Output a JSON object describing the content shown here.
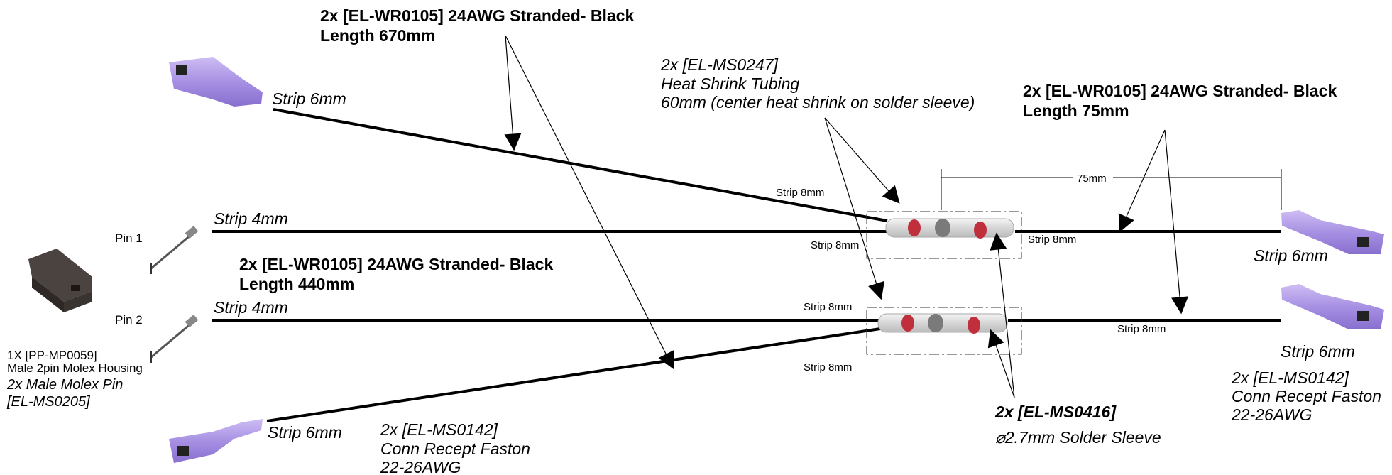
{
  "wires": {
    "top_long": {
      "part": "2x [EL-WR0105] 24AWG Stranded- Black",
      "length": "Length 670mm"
    },
    "bottom_long": {
      "part": "2x [EL-WR0105] 24AWG Stranded- Black",
      "length": "Length 440mm"
    },
    "right_short": {
      "part": "2x [EL-WR0105] 24AWG Stranded- Black",
      "length": "Length 75mm"
    }
  },
  "heat_shrink": {
    "part": "2x [EL-MS0247]",
    "name": "Heat Shrink Tubing",
    "spec": "60mm (center heat shrink on solder sleeve)"
  },
  "solder_sleeve": {
    "part": "2x [EL-MS0416]",
    "spec": "⌀2.7mm Solder Sleeve"
  },
  "housing": {
    "line1": "1X [PP-MP0059]",
    "line2": "Male 2pin Molex Housing",
    "line3": "2x Male Molex Pin",
    "line4": "[EL-MS0205]"
  },
  "faston_left": {
    "line1": "2x [EL-MS0142]",
    "line2": "Conn Recept Faston",
    "line3": "22-26AWG"
  },
  "faston_right": {
    "line1": "2x [EL-MS0142]",
    "line2": "Conn Recept Faston",
    "line3": "22-26AWG"
  },
  "pins": {
    "pin1": "Pin 1",
    "pin2": "Pin 2"
  },
  "strips": {
    "top_left_faston": "Strip 6mm",
    "pin1": "Strip 4mm",
    "pin2": "Strip 4mm",
    "bottom_left_faston": "Strip 6mm",
    "right_top_faston": "Strip 6mm",
    "right_bottom_faston": "Strip 6mm",
    "sleeve1_top": "Strip 8mm",
    "sleeve1_left": "Strip 8mm",
    "sleeve1_right": "Strip 8mm",
    "sleeve2_top": "Strip 8mm",
    "sleeve2_bottom": "Strip 8mm",
    "sleeve2_right": "Strip 8mm"
  },
  "dimension": "75mm"
}
